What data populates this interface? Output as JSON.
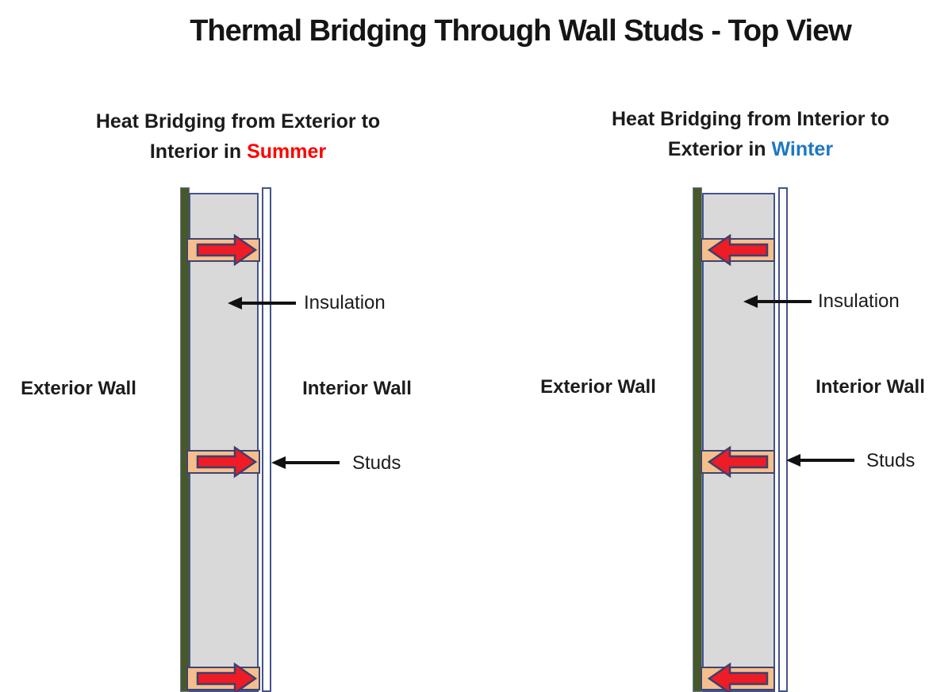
{
  "title": "Thermal Bridging Through Wall Studs - Top View",
  "colors": {
    "summer_highlight": "#FF0000",
    "winter_highlight": "#1E78C0",
    "heat_arrow": "#EE1C24",
    "stud_fill": "#F5BE8D",
    "insulation_fill": "#D9D9D9",
    "exterior_sheathing_fill": "#475929",
    "wall_outline": "#44548A"
  },
  "summer_panel": {
    "subtitle_line1": "Heat Bridging from Exterior to",
    "subtitle_line2_prefix": "Interior in ",
    "subtitle_highlight": "Summer",
    "exterior_wall_label": "Exterior Wall",
    "interior_wall_label": "Interior Wall",
    "insulation_label": "Insulation",
    "studs_label": "Studs",
    "heat_arrows_direction": "right"
  },
  "winter_panel": {
    "subtitle_line1": "Heat Bridging from Interior to",
    "subtitle_line2_prefix": "Exterior in ",
    "subtitle_highlight": "Winter",
    "exterior_wall_label": "Exterior Wall",
    "interior_wall_label": "Interior Wall",
    "insulation_label": "Insulation",
    "studs_label": "Studs",
    "heat_arrows_direction": "left"
  }
}
